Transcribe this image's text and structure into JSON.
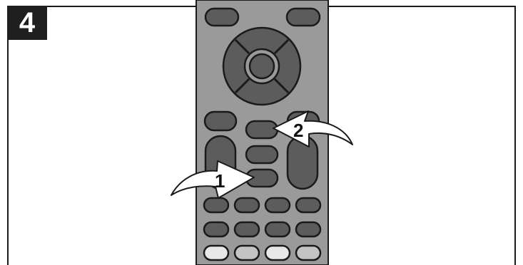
{
  "step": {
    "number": "4"
  },
  "callouts": [
    {
      "label": "1",
      "target": "lower-center-button"
    },
    {
      "label": "2",
      "target": "upper-center-button"
    }
  ],
  "colors": {
    "remote_body": "#9a9a9a",
    "button_dark": "#5c5c5c",
    "button_light": "#e8e8e8",
    "button_mid": "#c4c4c4",
    "outline": "#1a1a1a",
    "arrow_fill": "#ffffff",
    "badge_bg": "#1f1f1f"
  },
  "icons": [
    "dpad-icon",
    "arrow-callout-icon"
  ]
}
